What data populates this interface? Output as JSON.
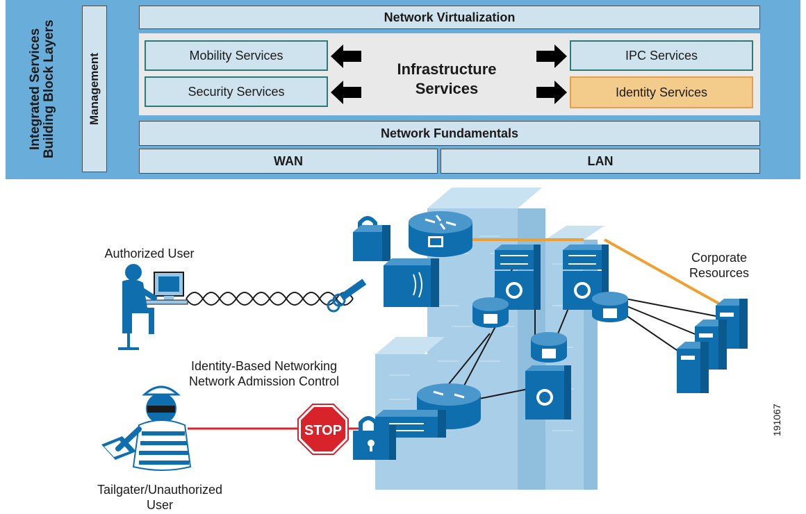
{
  "header": {
    "side_label": "Integrated Services Building Block Layers",
    "management": "Management",
    "network_virtualization": "Network Virtualization",
    "infrastructure_services": "Infrastructure Services",
    "network_fundamentals": "Network Fundamentals",
    "wan": "WAN",
    "lan": "LAN",
    "services": {
      "mobility": "Mobility Services",
      "security": "Security Services",
      "ipc": "IPC Services",
      "identity": "Identity Services"
    }
  },
  "diagram": {
    "authorized_user": "Authorized User",
    "identity_line1": "Identity-Based Networking",
    "identity_line2": "Network Admission Control",
    "tailgater_line1": "Tailgater/Unauthorized",
    "tailgater_line2": "User",
    "corporate_line1": "Corporate",
    "corporate_line2": "Resources",
    "stop_sign": "STOP",
    "figure_number": "191067"
  },
  "colors": {
    "band": "#69aedb",
    "layer_fill": "#cfe3ef",
    "identity_fill": "#f3cc8c",
    "wall": "#a9cfe8",
    "device": "#0f6fae",
    "orange_link": "#f0a030",
    "red_link": "#d8232a"
  }
}
